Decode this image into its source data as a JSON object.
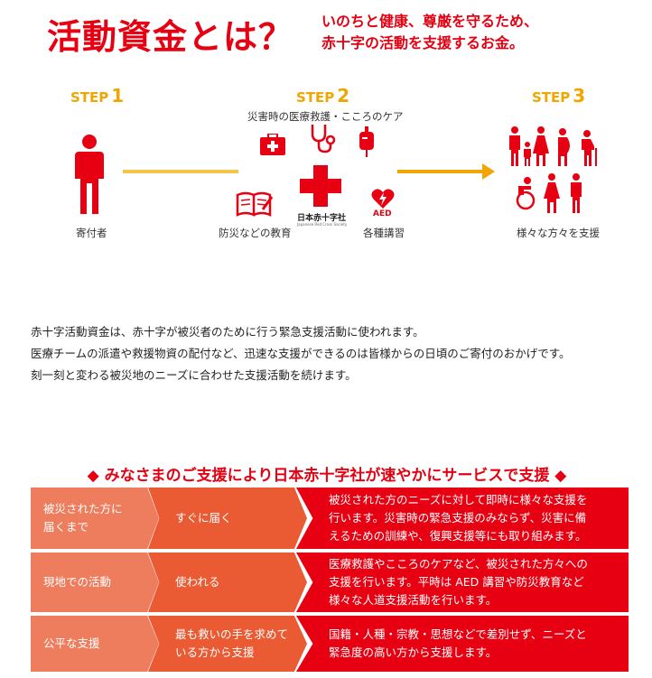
{
  "header": {
    "title": "活動資金とは？",
    "tagline_line1": "いのちと健康、尊厳を守るため、",
    "tagline_line2": "赤十字の活動を支援するお金。"
  },
  "steps": [
    {
      "label": "STEP",
      "num": "1"
    },
    {
      "label": "STEP",
      "num": "2"
    },
    {
      "label": "STEP",
      "num": "3"
    }
  ],
  "diagram": {
    "donor_caption": "寄付者",
    "care_caption": "災害時の医療救護・こころのケア",
    "education_caption": "防災などの教育",
    "logo_text": "日本赤十字社",
    "logo_subtext": "Japanese Red Cross Society",
    "aed_text": "AED",
    "training_caption": "各種講習",
    "recipients_caption": "様々な方々を支援"
  },
  "body": {
    "line1": "赤十字活動資金は、赤十字が被災者のために行う緊急支援活動に使われます。",
    "line2": "医療チームの派遣や救援物資の配付など、迅速な支援ができるのは皆様からの日頃のご寄付のおかげです。",
    "line3": "刻一刻と変わる被災地のニーズに合わせた支援活動を続けます。"
  },
  "services": {
    "title": "◆ みなさまのご支援により日本赤十字社が速やかにサービスで支援 ◆",
    "rows": [
      {
        "c1": "被災された方に\n届くまで",
        "c2": "すぐに届く",
        "c3": "被災された方のニーズに対して即時に様々な支援を\n行います。災害時の緊急支援のみならず、災害に備\nえるための訓練や、復興支援等にも取り組みます。"
      },
      {
        "c1": "現地での活動",
        "c2": "使われる",
        "c3": "医療救護やこころのケアなど、被災された方々への\n支援を行います。平時は AED 講習や防災教育など\n様々な人道支援活動を行います。"
      },
      {
        "c1": "公平な支援",
        "c2": "最も救いの手を求めて\nいる方から支援",
        "c3": "国籍・人種・宗教・思想などで差別せず、ニーズと\n緊急度の高い方から支援します。"
      }
    ]
  },
  "colors": {
    "red": "#e60012",
    "step": "#f0a500",
    "row_light": "#ee7d5e",
    "row_mid": "#ea5b34"
  },
  "icons": [
    "person-icon",
    "first-aid-kit-icon",
    "stethoscope-icon",
    "blood-bag-icon",
    "book-icon",
    "red-cross-logo-icon",
    "aed-heart-icon",
    "family-icon"
  ]
}
